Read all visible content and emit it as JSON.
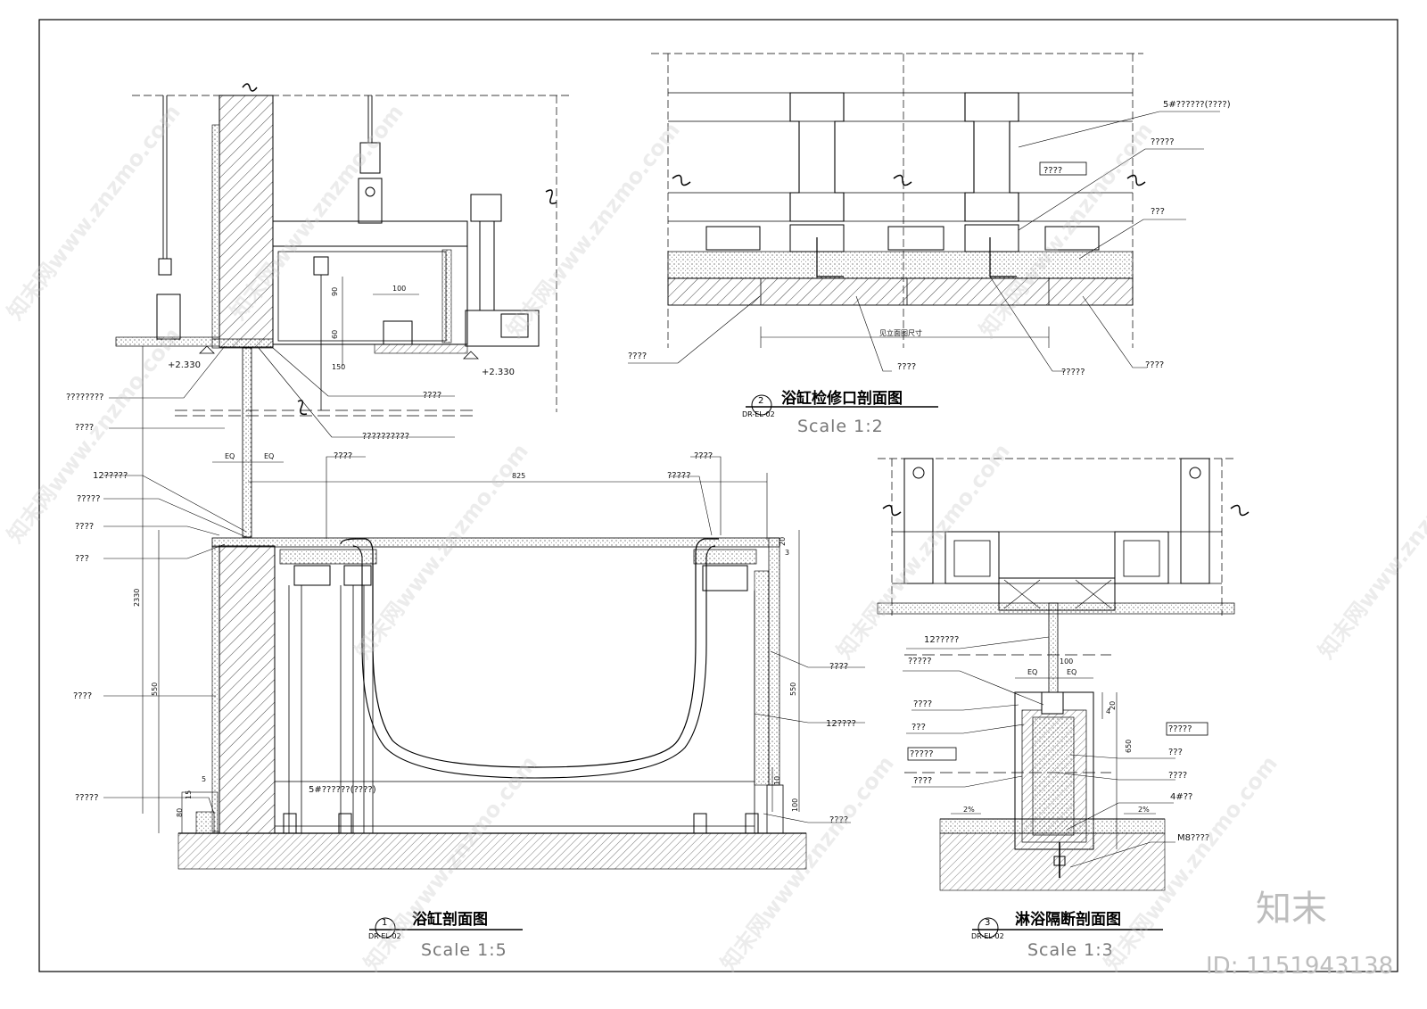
{
  "sheet": {
    "watermark_site": "知末网www.znzmo.com",
    "logo_text": "知末",
    "id_text": "ID: 1151943138"
  },
  "views": [
    {
      "number": "1",
      "ref": "DR-EL-02",
      "title": "浴缸剖面图",
      "scale": "Scale 1:5",
      "levels": [
        "+2.330",
        "+2.330"
      ],
      "dimensions": [
        "EQ",
        "EQ",
        "825",
        "90",
        "60",
        "100",
        "150",
        "20",
        "3",
        "2330",
        "550",
        "550",
        "15",
        "5",
        "80",
        "10",
        "100"
      ],
      "labels": [
        "????????",
        "????",
        "12?????",
        "?????",
        "????",
        "???",
        "????",
        "?????",
        "????",
        "??????????",
        "????",
        "?????",
        "????",
        "12????",
        "????",
        "5#??????(????)"
      ]
    },
    {
      "number": "2",
      "ref": "DR-EL-02",
      "title": "浴缸检修口剖面图",
      "scale": "Scale 1:2",
      "dimensions": [
        "见立面图尺寸"
      ],
      "labels": [
        "5#??????(????)",
        "?????",
        "????",
        "???",
        "????",
        "????",
        "?????",
        "????"
      ]
    },
    {
      "number": "3",
      "ref": "DR-EL-02",
      "title": "淋浴隔断剖面图",
      "scale": "Scale 1:3",
      "dimensions": [
        "EQ",
        "EQ",
        "100",
        "20",
        "650",
        "4",
        "2%",
        "2%"
      ],
      "labels": [
        "12?????",
        "?????",
        "????",
        "???",
        "?????",
        "????",
        "?????",
        "???",
        "????",
        "4#??",
        "M8????"
      ]
    }
  ]
}
